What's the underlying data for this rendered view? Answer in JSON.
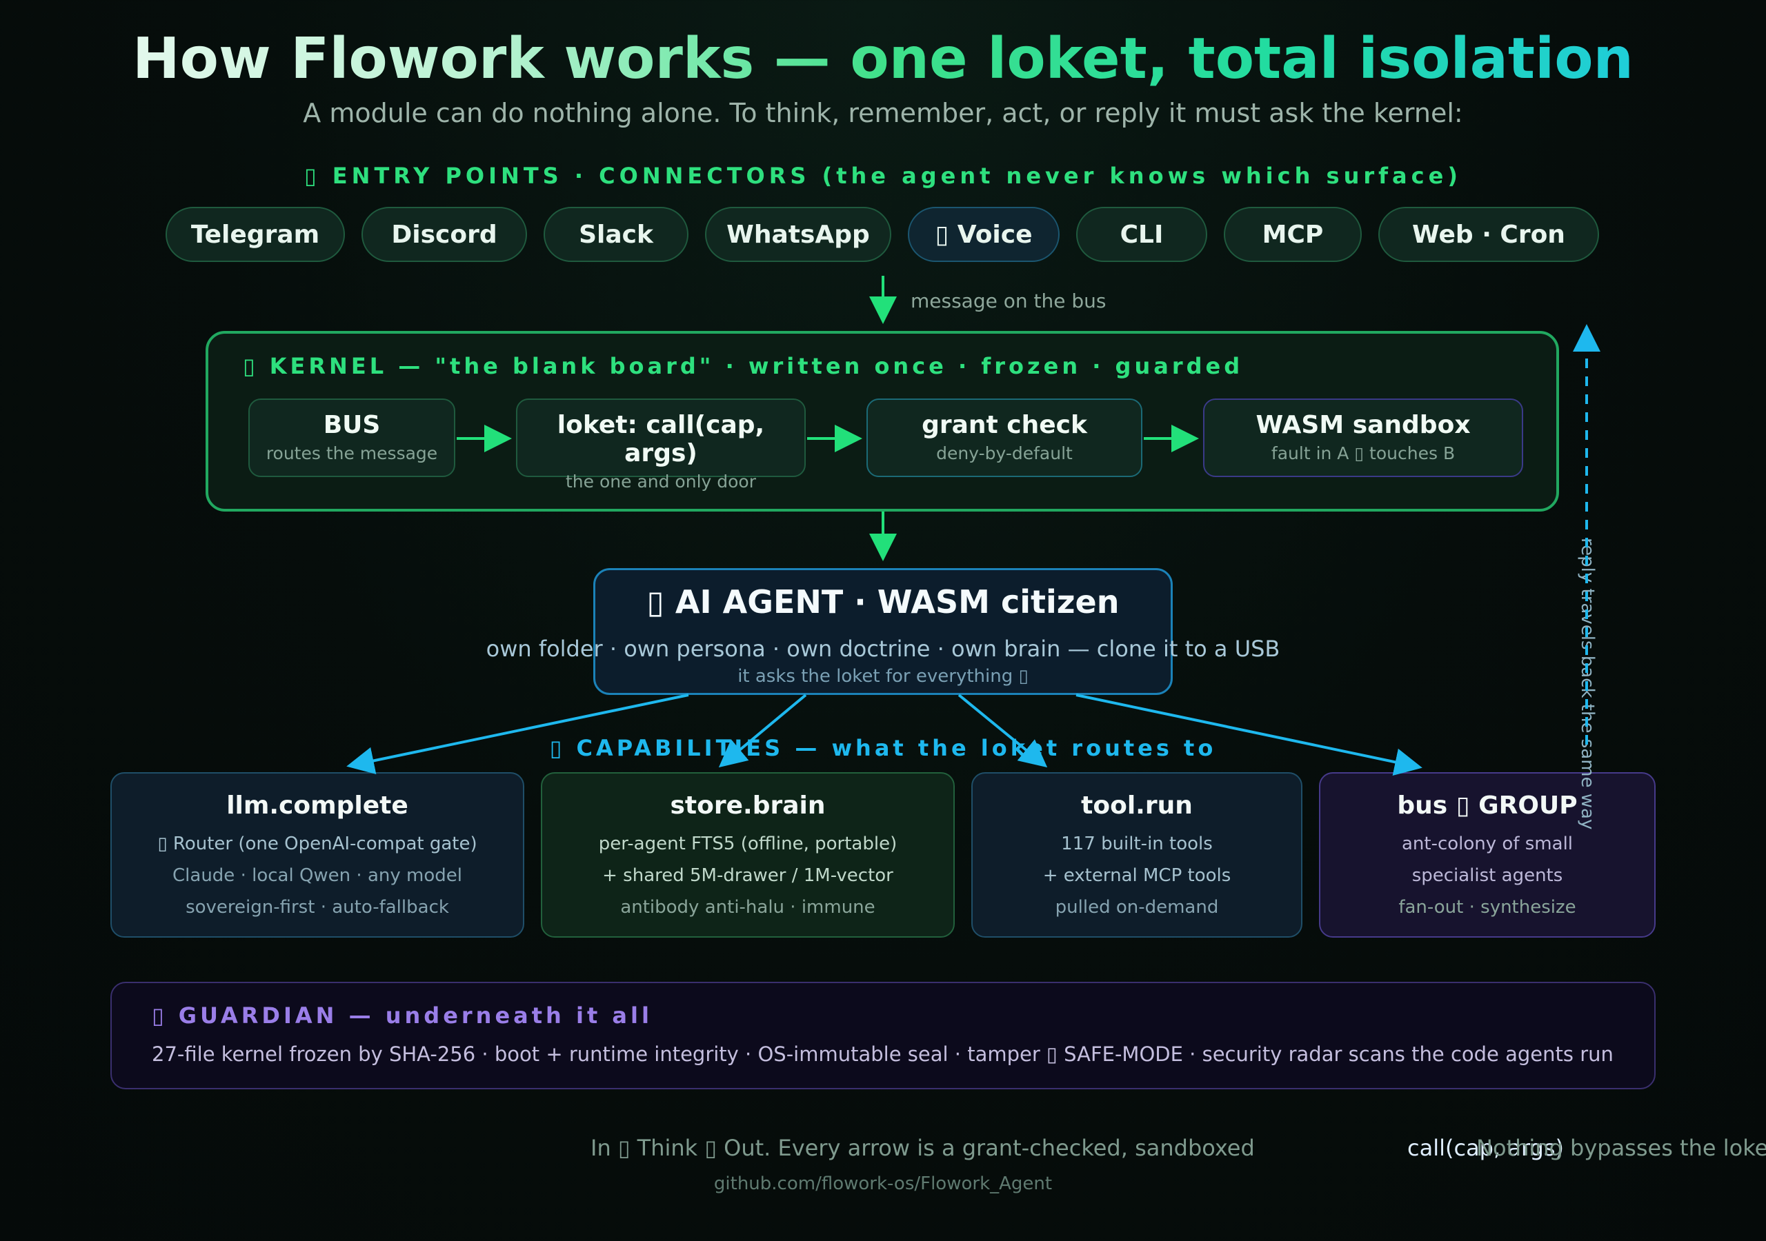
{
  "title": "How Flowork works — one loket, total isolation",
  "subtitle": "A module can do nothing alone. To think, remember, act, or reply it must ask the kernel:",
  "entry": {
    "label": "▯ ENTRY POINTS · CONNECTORS (the agent never knows which surface)",
    "pills": [
      "Telegram",
      "Discord",
      "Slack",
      "WhatsApp",
      "▯ Voice",
      "CLI",
      "MCP",
      "Web · Cron"
    ]
  },
  "bus_note": "message on the bus",
  "kernel": {
    "label": "▯ KERNEL — \"the blank board\" · written once · frozen · guarded",
    "boxes": [
      {
        "title": "BUS",
        "sub": "routes the message"
      },
      {
        "title": "loket: call(cap, args)",
        "sub": "the one and only door"
      },
      {
        "title": "grant check",
        "sub": "deny-by-default"
      },
      {
        "title": "WASM sandbox",
        "sub": "fault in A ▯ touches B"
      }
    ]
  },
  "agent": {
    "title": "▯ AI AGENT · WASM citizen",
    "line1": "own folder · own persona · own doctrine · own brain — clone it to a USB",
    "line2": "it asks the loket for everything ▯"
  },
  "capabilities": {
    "label": "▯ CAPABILITIES — what the loket routes to",
    "boxes": [
      {
        "title": "llm.complete",
        "lines": [
          "▯ Router (one OpenAI-compat gate)",
          "Claude · local Qwen · any model",
          "sovereign-first · auto-fallback"
        ]
      },
      {
        "title": "store.brain",
        "lines": [
          "per-agent FTS5 (offline, portable)",
          "+ shared 5M-drawer / 1M-vector",
          "antibody anti-halu · immune"
        ]
      },
      {
        "title": "tool.run",
        "lines": [
          "117 built-in tools",
          "+ external MCP tools",
          "pulled on-demand"
        ]
      },
      {
        "title": "bus ▯ GROUP",
        "lines": [
          "ant-colony of small",
          "specialist agents",
          "fan-out · synthesize"
        ]
      }
    ]
  },
  "guardian": {
    "label": "▯ GUARDIAN — underneath it all",
    "text": "27-file kernel frozen by SHA-256 · boot + runtime integrity · OS-immutable seal · tamper ▯ SAFE-MODE · security radar scans the code agents run"
  },
  "reply_note": "reply travels back the same way",
  "footer": {
    "part1": "In ▯ Think ▯ Out. Every arrow is a grant-checked, sandboxed",
    "code": "call(cap, args)",
    "part2": "Nothing bypasses the loket.",
    "link": "github.com/flowork-os/Flowork_Agent"
  },
  "colors": {
    "green_accent": "#2ee07e",
    "cyan_accent": "#1eb8ee",
    "purple_accent": "#9a7ee8",
    "background": "#060d0b"
  }
}
